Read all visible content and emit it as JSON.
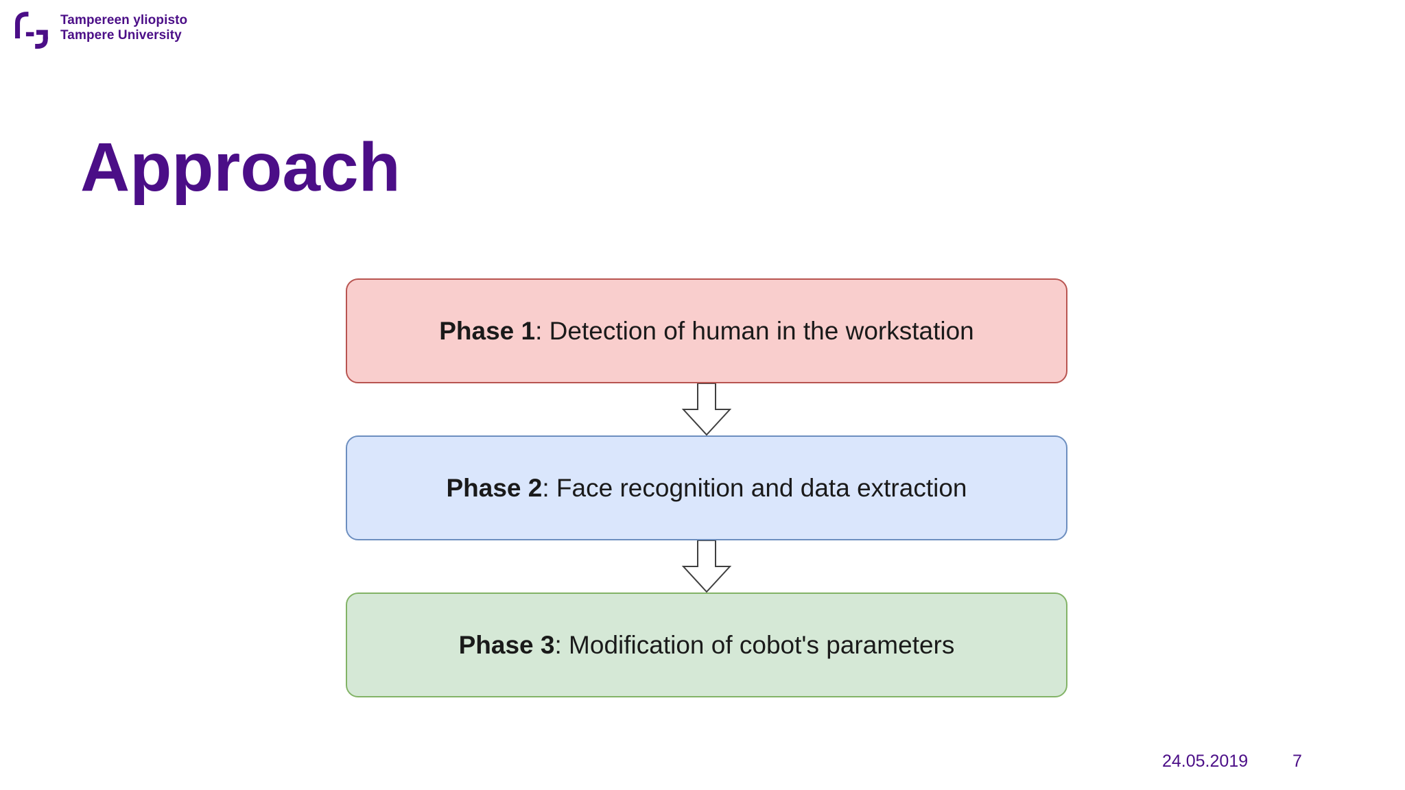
{
  "slide": {
    "logo": {
      "line1": "Tampereen yliopisto",
      "line2": "Tampere University"
    },
    "title": "Approach",
    "footer": {
      "date": "24.05.2019",
      "page": "7"
    }
  },
  "diagram": {
    "phases": [
      {
        "label": "Phase 1",
        "text": ": Detection of human in the workstation",
        "fill": "#f9cecd",
        "border": "#b85450"
      },
      {
        "label": "Phase 2",
        "text": ": Face recognition and data extraction",
        "fill": "#dae6fc",
        "border": "#6c8ebf"
      },
      {
        "label": "Phase 3",
        "text": ": Modification of cobot's parameters",
        "fill": "#d5e8d6",
        "border": "#82b366"
      }
    ],
    "arrow": {
      "fill": "#ffffff",
      "stroke": "#3f3f3f"
    }
  },
  "colors": {
    "brand_purple": "#4b0e87",
    "box_text": "#1a1a1a"
  }
}
